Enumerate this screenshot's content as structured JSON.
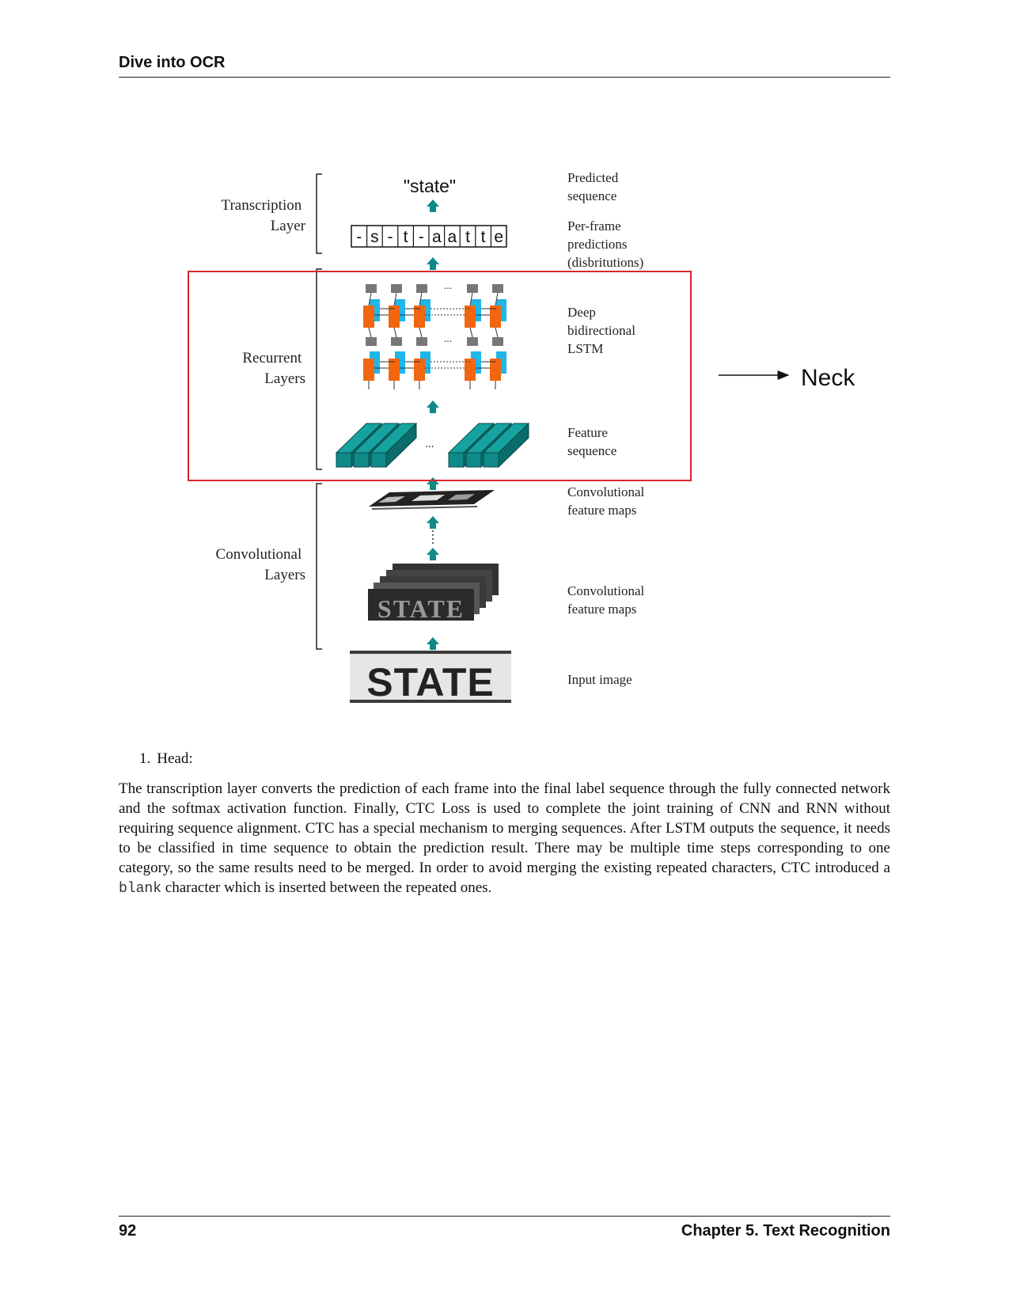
{
  "header": {
    "title": "Dive into OCR"
  },
  "figure": {
    "left_labels": {
      "transcription": [
        "Transcription",
        "Layer"
      ],
      "recurrent": [
        "Recurrent",
        "Layers"
      ],
      "convolutional": [
        "Convolutional",
        "Layers"
      ]
    },
    "right_labels": {
      "predicted": [
        "Predicted",
        "sequence"
      ],
      "perframe": [
        "Per-frame",
        "predictions",
        "(disbritutions)"
      ],
      "lstm": [
        "Deep",
        "bidirectional",
        "LSTM"
      ],
      "feature": [
        "Feature",
        "sequence"
      ],
      "convmaps1": [
        "Convolutional",
        "feature maps"
      ],
      "convmaps2": [
        "Convolutional",
        "feature maps"
      ],
      "input": [
        "Input image"
      ]
    },
    "predicted_text": "\"state\"",
    "frame_chars": [
      "-",
      "s",
      "-",
      "t",
      "-",
      "a",
      "a",
      "t",
      "t",
      "e"
    ],
    "input_word": "STATE",
    "neck_label": "Neck",
    "ellipsis": "...",
    "colors": {
      "orange": "#f2660f",
      "cyan": "#1fb6e8",
      "teal": "#0f8a88",
      "grey": "#777777",
      "red_box": "#d9262c"
    }
  },
  "list_item": {
    "number": "1.",
    "label": "Head:"
  },
  "paragraph": {
    "part1": "The transcription layer converts the prediction of each frame into the final label sequence through the fully connected network and the softmax activation function. Finally, CTC Loss is used to complete the joint training of CNN and RNN without requiring sequence alignment. CTC has a special mechanism to merging sequences. After LSTM outputs the sequence, it needs to be classified in time sequence to obtain the prediction result. There may be multiple time steps corresponding to one category, so the same results need to be merged. In order to avoid merging the existing repeated characters, CTC introduced a ",
    "code": "blank",
    "part2": " character which is inserted between the repeated ones."
  },
  "footer": {
    "page_number": "92",
    "chapter": "Chapter 5.  Text Recognition"
  }
}
